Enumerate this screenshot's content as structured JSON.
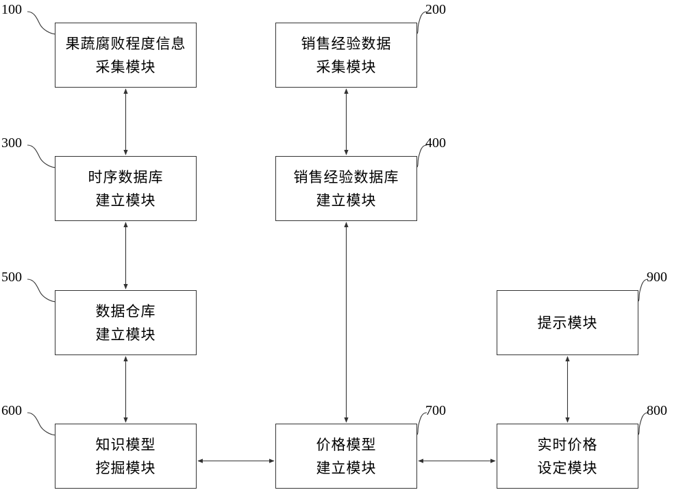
{
  "nodes": [
    {
      "id": "100",
      "ref": "100",
      "lines": [
        "果蔬腐败程度信息",
        "采集模块"
      ]
    },
    {
      "id": "200",
      "ref": "200",
      "lines": [
        "销售经验数据",
        "采集模块"
      ]
    },
    {
      "id": "300",
      "ref": "300",
      "lines": [
        "时序数据库",
        "建立模块"
      ]
    },
    {
      "id": "400",
      "ref": "400",
      "lines": [
        "销售经验数据库",
        "建立模块"
      ]
    },
    {
      "id": "500",
      "ref": "500",
      "lines": [
        "数据仓库",
        "建立模块"
      ]
    },
    {
      "id": "600",
      "ref": "600",
      "lines": [
        "知识模型",
        "挖掘模块"
      ]
    },
    {
      "id": "700",
      "ref": "700",
      "lines": [
        "价格模型",
        "建立模块"
      ]
    },
    {
      "id": "800",
      "ref": "800",
      "lines": [
        "实时价格",
        "设定模块"
      ]
    },
    {
      "id": "900",
      "ref": "900",
      "lines": [
        "提示模块"
      ]
    }
  ],
  "edges": [
    {
      "from": "100",
      "to": "300",
      "arrows": "both"
    },
    {
      "from": "300",
      "to": "500",
      "arrows": "both"
    },
    {
      "from": "500",
      "to": "600",
      "arrows": "both"
    },
    {
      "from": "200",
      "to": "400",
      "arrows": "both"
    },
    {
      "from": "400",
      "to": "700",
      "arrows": "both"
    },
    {
      "from": "600",
      "to": "700",
      "arrows": "both"
    },
    {
      "from": "700",
      "to": "800",
      "arrows": "both"
    },
    {
      "from": "800",
      "to": "900",
      "arrows": "both"
    }
  ],
  "colors": {
    "line": "#333333",
    "text": "#000000",
    "background": "#ffffff"
  }
}
